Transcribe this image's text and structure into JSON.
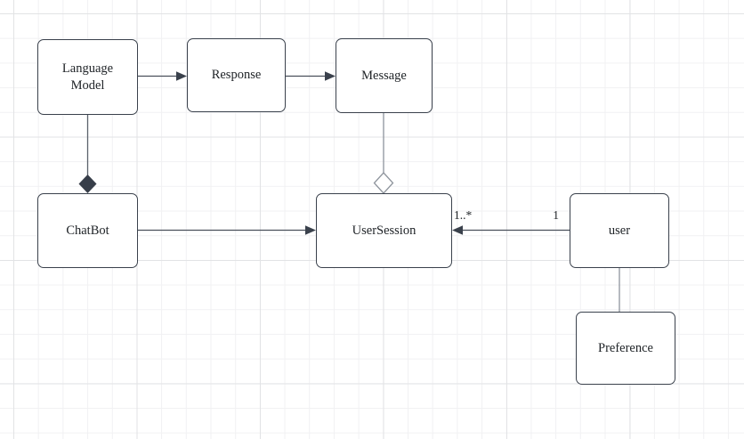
{
  "canvas": {
    "background_color": "#ffffff",
    "grid_minor_color": "#f1f1f3",
    "grid_major_color": "#e2e3e5"
  },
  "style": {
    "node_fill": "#ffffff",
    "node_border_color": "#3a414c",
    "arrow_edge_color": "#4a505b",
    "arrowhead_fill": "#3a414c",
    "association_edge_color": "#8f959d",
    "composition_diamond_fill": "#373e49",
    "aggregation_diamond_fill": "#ffffff",
    "text_color": "#202428"
  },
  "nodes": [
    {
      "id": "language-model",
      "label": "Language Model"
    },
    {
      "id": "response",
      "label": "Response"
    },
    {
      "id": "message",
      "label": "Message"
    },
    {
      "id": "chatbot",
      "label": "ChatBot"
    },
    {
      "id": "user-session",
      "label": "UserSession"
    },
    {
      "id": "user",
      "label": "user"
    },
    {
      "id": "preference",
      "label": "Preference"
    }
  ],
  "edges": [
    {
      "from": "Language Model",
      "to": "Response",
      "type": "directed-arrow"
    },
    {
      "from": "Response",
      "to": "Message",
      "type": "directed-arrow"
    },
    {
      "from": "Language Model",
      "to": "ChatBot",
      "type": "composition",
      "diamond_at": "ChatBot"
    },
    {
      "from": "Message",
      "to": "UserSession",
      "type": "aggregation",
      "diamond_at": "UserSession"
    },
    {
      "from": "ChatBot",
      "to": "UserSession",
      "type": "directed-arrow"
    },
    {
      "from": "user",
      "to": "UserSession",
      "type": "directed-arrow",
      "source_label": "1",
      "target_label": "1..*"
    },
    {
      "from": "user",
      "to": "Preference",
      "type": "plain-line"
    }
  ]
}
